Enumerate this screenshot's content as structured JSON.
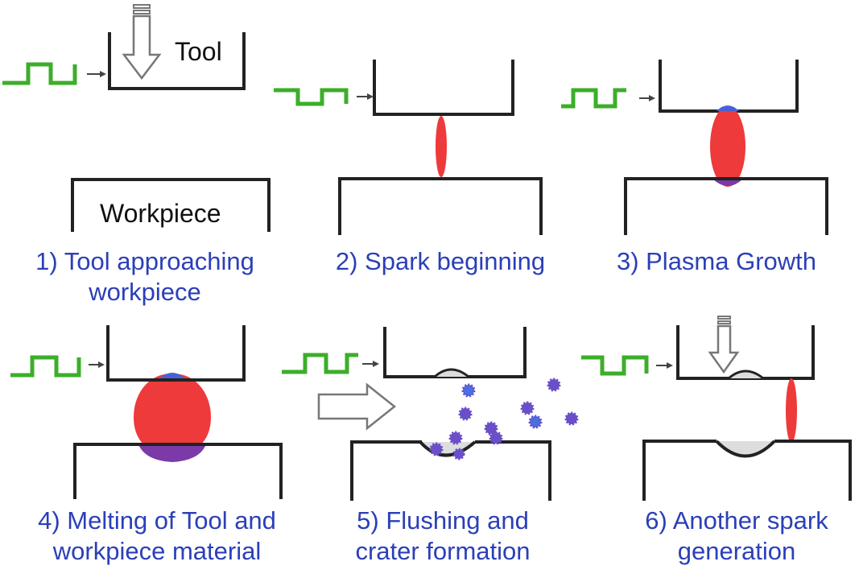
{
  "labels": {
    "tool": "Tool",
    "workpiece": "Workpiece"
  },
  "steps": [
    {
      "line1": "1) Tool approaching",
      "line2": "workpiece"
    },
    {
      "line1": "2) Spark beginning",
      "line2": ""
    },
    {
      "line1": "3) Plasma Growth",
      "line2": ""
    },
    {
      "line1": "4) Melting of Tool and",
      "line2": "workpiece material"
    },
    {
      "line1": "5) Flushing and",
      "line2": "crater formation"
    },
    {
      "line1": "6) Another spark",
      "line2": "generation"
    }
  ],
  "colors": {
    "pulse": "#3cae2a",
    "plasma": "#ee3a3a",
    "tool_melt": "#4a5fd6",
    "workpiece_melt": "#7b3aa8",
    "caption": "#2b3fb8",
    "outline": "#222222",
    "particle": "#6a4fc8",
    "particle_alt": "#4a6fe0"
  },
  "icons": [
    "square-pulse-icon",
    "down-arrow-icon",
    "right-arrow-icon",
    "debris-particle-icon"
  ]
}
